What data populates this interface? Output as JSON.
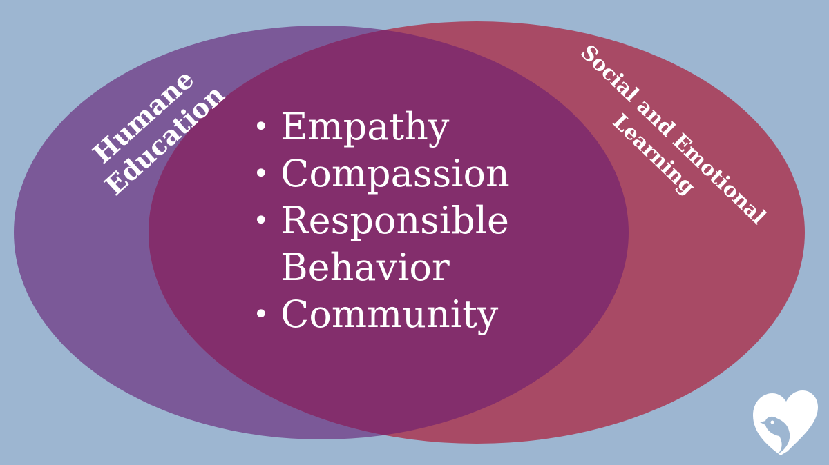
{
  "colors": {
    "background": "#9db6d1",
    "left_circle": "#7b5998",
    "right_circle": "#a84a65",
    "overlap": "#832e6c",
    "text": "#ffffff"
  },
  "left_circle": {
    "label_lines": [
      "Humane",
      "Education"
    ]
  },
  "right_circle": {
    "label_lines": [
      "Social and Emotional",
      "Learning"
    ]
  },
  "overlap_items": [
    "Empathy",
    "Compassion",
    "Responsible Behavior",
    "Community"
  ],
  "logo": {
    "icon": "heart-bird-logo-icon"
  }
}
